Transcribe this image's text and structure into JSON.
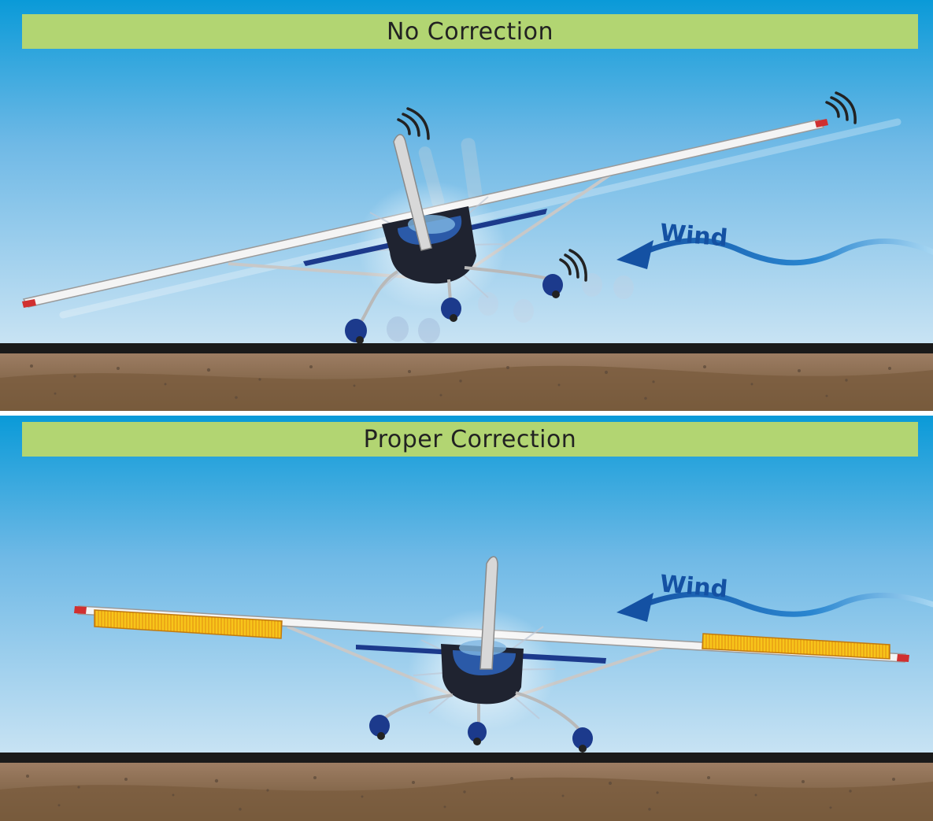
{
  "colors": {
    "sky_top": "#0a9ad8",
    "sky_bottom": "#e6f1f8",
    "banner": "#b2d572",
    "ground_top": "#9d7d63",
    "ground_bottom": "#6d5334",
    "runway_edge": "#1a1a1a",
    "wing": "#f4f4f4",
    "fuselage_blue": "#1c3a8c",
    "wind_arrow": "#1451a3",
    "aileron": "#f7c51a"
  },
  "panels": {
    "top": {
      "title": "No Correction",
      "wind_label": "Wind"
    },
    "bottom": {
      "title": "Proper Correction",
      "wind_label": "Wind"
    }
  },
  "icons": {
    "wind": "wind-arrow-icon",
    "motion": "motion-lines-icon",
    "propeller": "propeller-blur-icon",
    "wheel": "landing-wheel-icon"
  }
}
